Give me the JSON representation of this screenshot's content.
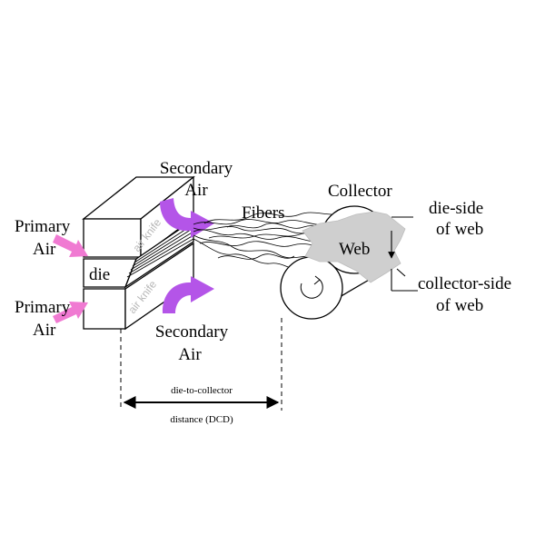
{
  "labels": {
    "secondary_air_top_line1": "Secondary",
    "secondary_air_top_line2": "Air",
    "primary_air_top_line1": "Primary",
    "primary_air_top_line2": "Air",
    "primary_air_bottom_line1": "Primary",
    "primary_air_bottom_line2": "Air",
    "secondary_air_bottom_line1": "Secondary",
    "secondary_air_bottom_line2": "Air",
    "die": "die",
    "air_knife_top": "air knife",
    "air_knife_bottom": "air knife",
    "fibers": "Fibers",
    "collector": "Collector",
    "web": "Web",
    "die_side_line1": "die-side",
    "die_side_line2": "of web",
    "collector_side_line1": "collector-side",
    "collector_side_line2": "of web",
    "dcd_line1": "die-to-collector",
    "dcd_line2": "distance (DCD)"
  },
  "colors": {
    "primary_air_arrow": "#f07ad2",
    "secondary_air_arrow": "#b455e8",
    "web_fill": "#cfcfcf",
    "outline": "#000000"
  }
}
